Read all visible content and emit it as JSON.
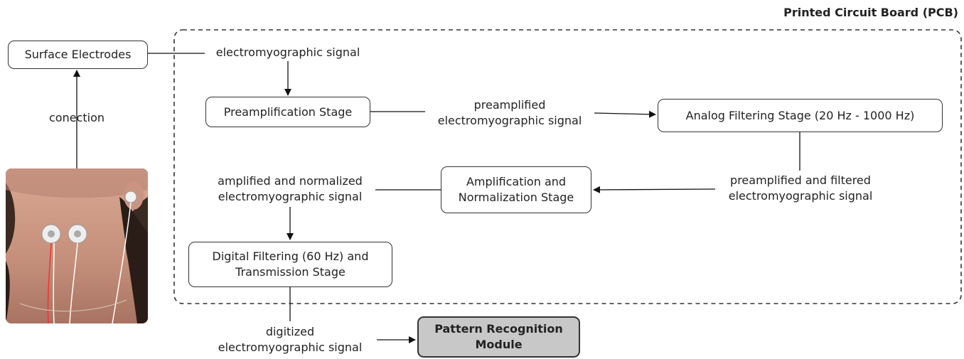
{
  "pcb_title": "Printed Circuit Board (PCB)",
  "nodes": {
    "surface_electrodes": "Surface Electrodes",
    "preamplification": "Preamplification Stage",
    "analog_filtering": "Analog Filtering Stage (20 Hz - 1000 Hz)",
    "amplification_line1": "Amplification and",
    "amplification_line2": "Normalization Stage",
    "digital_line1": "Digital Filtering (60 Hz) and",
    "digital_line2": "Transmission Stage",
    "pattern_line1": "Pattern Recognition",
    "pattern_line2": "Module"
  },
  "labels": {
    "connection": "conection",
    "emg": "electromyographic signal",
    "preamp_line1": "preamplified",
    "preamp_line2": "electromyographic signal",
    "filtered_line1": "preamplified and filtered",
    "filtered_line2": "electromyographic signal",
    "normalized_line1": "amplified and normalized",
    "normalized_line2": "electromyographic signal",
    "digitized_line1": "digitized",
    "digitized_line2": "electromyographic signal"
  }
}
